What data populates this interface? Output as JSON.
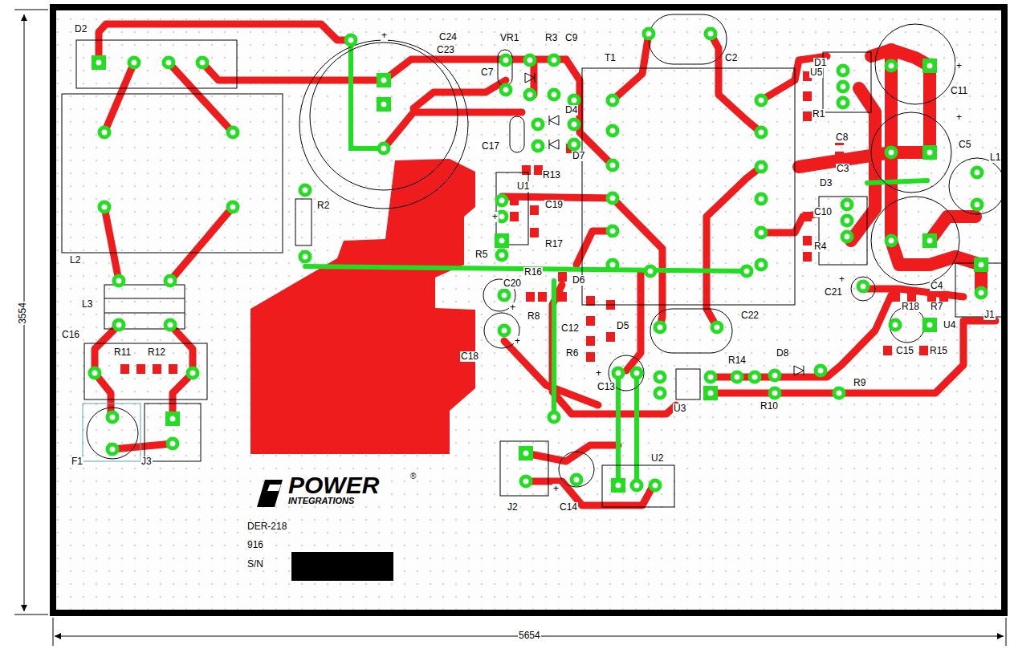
{
  "diagram": {
    "labels": [
      "3554",
      "5654",
      "D2",
      "+",
      "C24",
      "C23",
      "VR1",
      "R3",
      "C9",
      "T1",
      "C7",
      "D4",
      "C17",
      "D7",
      "R13",
      "U1",
      "C19",
      "+",
      "R17",
      "R5",
      "R16",
      "D6",
      "C20",
      "+",
      "R8",
      "C18",
      "+",
      "C12",
      "D5",
      "R6",
      "+",
      "C13",
      "C2",
      "D1",
      "+",
      "C11",
      "U5",
      "R1",
      "C8",
      "+",
      "C5",
      "C3",
      "L1",
      "D3",
      "C10",
      "R4",
      "C22",
      "+",
      "C21",
      "C4",
      "R18",
      "R7",
      "U4",
      "J1",
      "D8",
      "R14",
      "C15",
      "R15",
      "U3",
      "R10",
      "R9",
      "L2",
      "L3",
      "C16",
      "R11",
      "R12",
      "F1",
      "J3",
      "R2",
      "U2",
      "J2",
      "C14",
      "+",
      "POWER",
      "®",
      "INTEGRATIONS",
      "DER-218",
      "916",
      "S/N"
    ]
  }
}
